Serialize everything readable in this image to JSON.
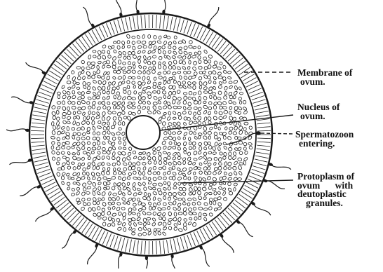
{
  "labels": {
    "membrane": [
      "Membrane of",
      "ovum."
    ],
    "nucleus": [
      "Nucleus of",
      "ovum."
    ],
    "spermatozoon": [
      "Spermatozoon",
      "entering."
    ],
    "protoplasm": [
      "Protoplasm of",
      "ovum with",
      "deutoplastic",
      "granules."
    ]
  },
  "colors": {
    "ink": "#1a1a1a",
    "paper": "#ffffff"
  }
}
